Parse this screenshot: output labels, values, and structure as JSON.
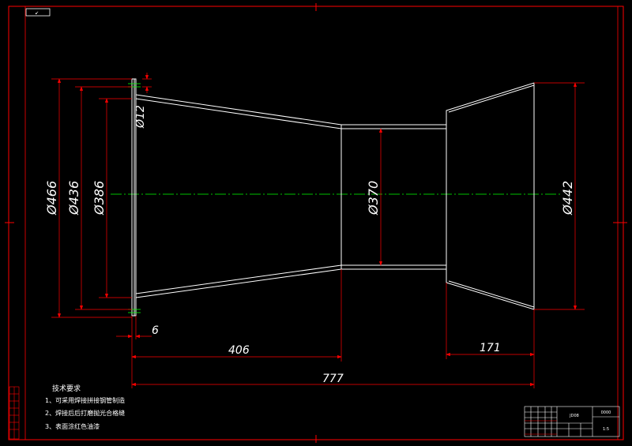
{
  "corner_tag": "↙",
  "dimensions": {
    "d466": "Ø466",
    "d436": "Ø436",
    "d386": "Ø386",
    "d12": "Ø12",
    "d370": "Ø370",
    "d442": "Ø442",
    "flange_thickness": "6",
    "cone_length": "406",
    "right_length": "171",
    "total_length": "777"
  },
  "technical_notes": {
    "title": "技术要求",
    "items": [
      "1、可采用焊接拼接钢管制造",
      "2、焊接后后打磨抛光合格缝",
      "3、表面涂红色油漆"
    ]
  },
  "title_block": {
    "cell_main": "JD08",
    "cell_right": "0000",
    "cell_ratio": "1:5"
  },
  "colors": {
    "background": "#000000",
    "frame": "#ff0000",
    "outline": "#ffffff",
    "centerline": "#00ff00",
    "dimension": "#ff0000"
  }
}
